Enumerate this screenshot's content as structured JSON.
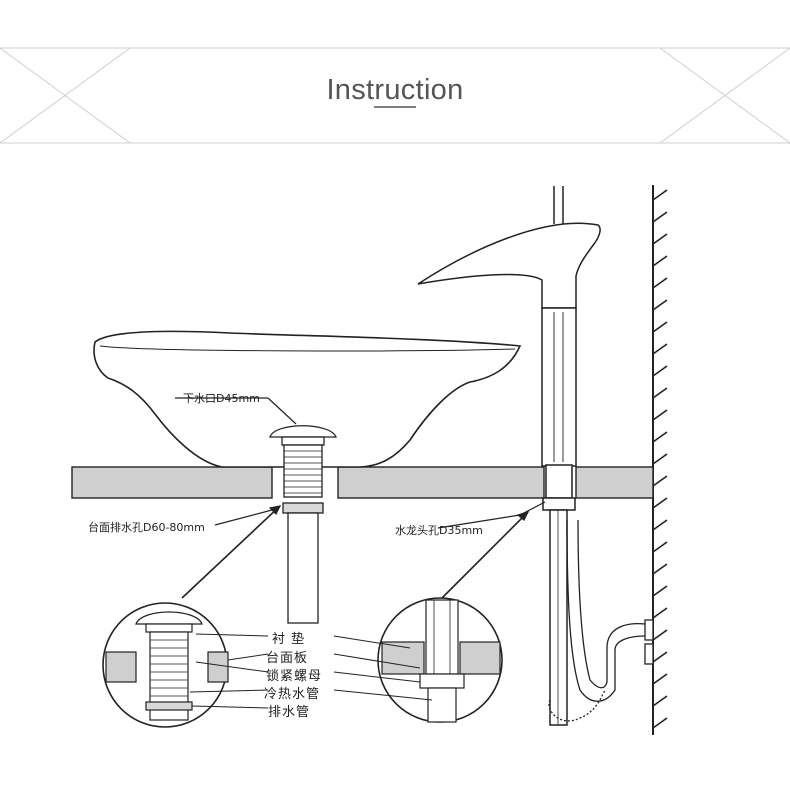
{
  "header": {
    "title": "Instruction"
  },
  "labels": {
    "drain_outlet": "下水口D45mm",
    "counter_drain_hole": "台面排水孔D60-80mm",
    "faucet_hole": "水龙头孔D35mm"
  },
  "parts": [
    "衬 垫",
    "台面板",
    "锁紧螺母",
    "冷热水管",
    "排水管"
  ],
  "colors": {
    "line": "#222222",
    "counter_fill": "#cfcfcf",
    "border": "#cccccc"
  }
}
